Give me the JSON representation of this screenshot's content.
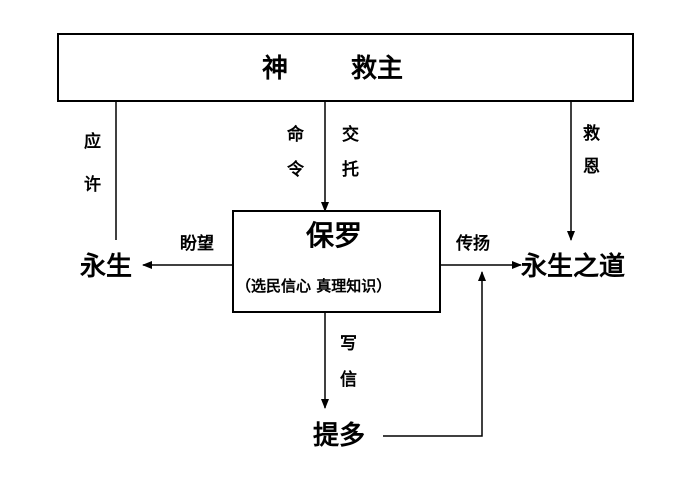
{
  "top_box": {
    "left_text": "神",
    "right_text": "救主"
  },
  "center_box": {
    "title": "保罗",
    "subtitle": "（选民信心 真理知识）"
  },
  "nodes": {
    "left": "永生",
    "right": "永生之道",
    "bottom": "提多"
  },
  "edge_labels": {
    "promise": [
      "应",
      "许"
    ],
    "command": [
      "命",
      "令"
    ],
    "entrust": [
      "交",
      "托"
    ],
    "grace": [
      "救",
      "恩"
    ],
    "hope": "盼望",
    "spread": "传扬",
    "write": [
      "写",
      "信"
    ]
  },
  "colors": {
    "line": "#000000",
    "background": "#ffffff"
  }
}
